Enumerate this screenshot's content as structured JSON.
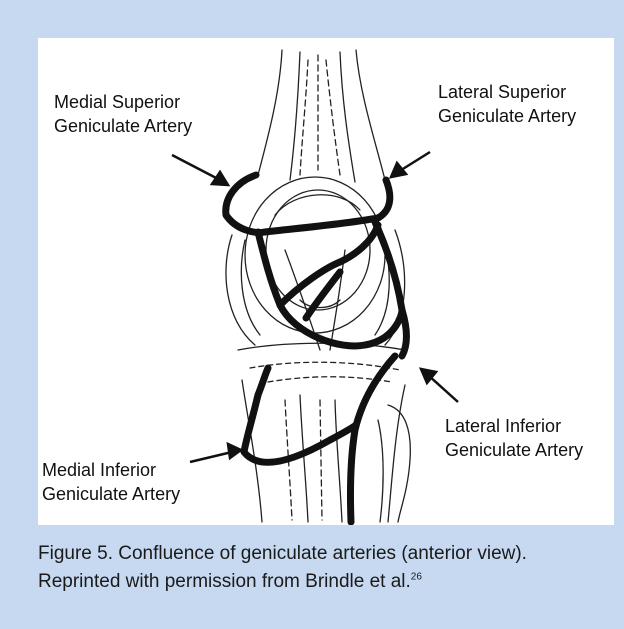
{
  "labels": {
    "medial_superior": [
      "Medial Superior",
      "Geniculate Artery"
    ],
    "lateral_superior": [
      "Lateral Superior",
      "Geniculate Artery"
    ],
    "lateral_inferior": [
      "Lateral Inferior",
      "Geniculate Artery"
    ],
    "medial_inferior": [
      "Medial Inferior",
      "Geniculate Artery"
    ]
  },
  "caption": {
    "line1": "Figure 5. Confluence of geniculate arteries (anterior view).",
    "line2": "Reprinted with permission from Brindle et al.",
    "ref": "26"
  },
  "colors": {
    "panel": "#c6d9f0",
    "figure_bg": "#ffffff",
    "ink": "#111111"
  }
}
